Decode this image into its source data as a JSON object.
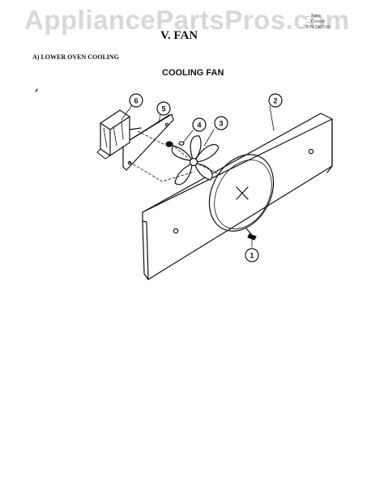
{
  "watermark": "AppliancePartsPros.com",
  "header": {
    "section_title": "V. FAN",
    "doc_ref_lines": [
      "... Parts",
      "... Covers",
      "P/N 742518"
    ]
  },
  "subsection_title": "A) LOWER OVEN COOLING",
  "diagram": {
    "title": "COOLING FAN",
    "callouts": [
      "1",
      "2",
      "3",
      "4",
      "5",
      "6"
    ]
  }
}
